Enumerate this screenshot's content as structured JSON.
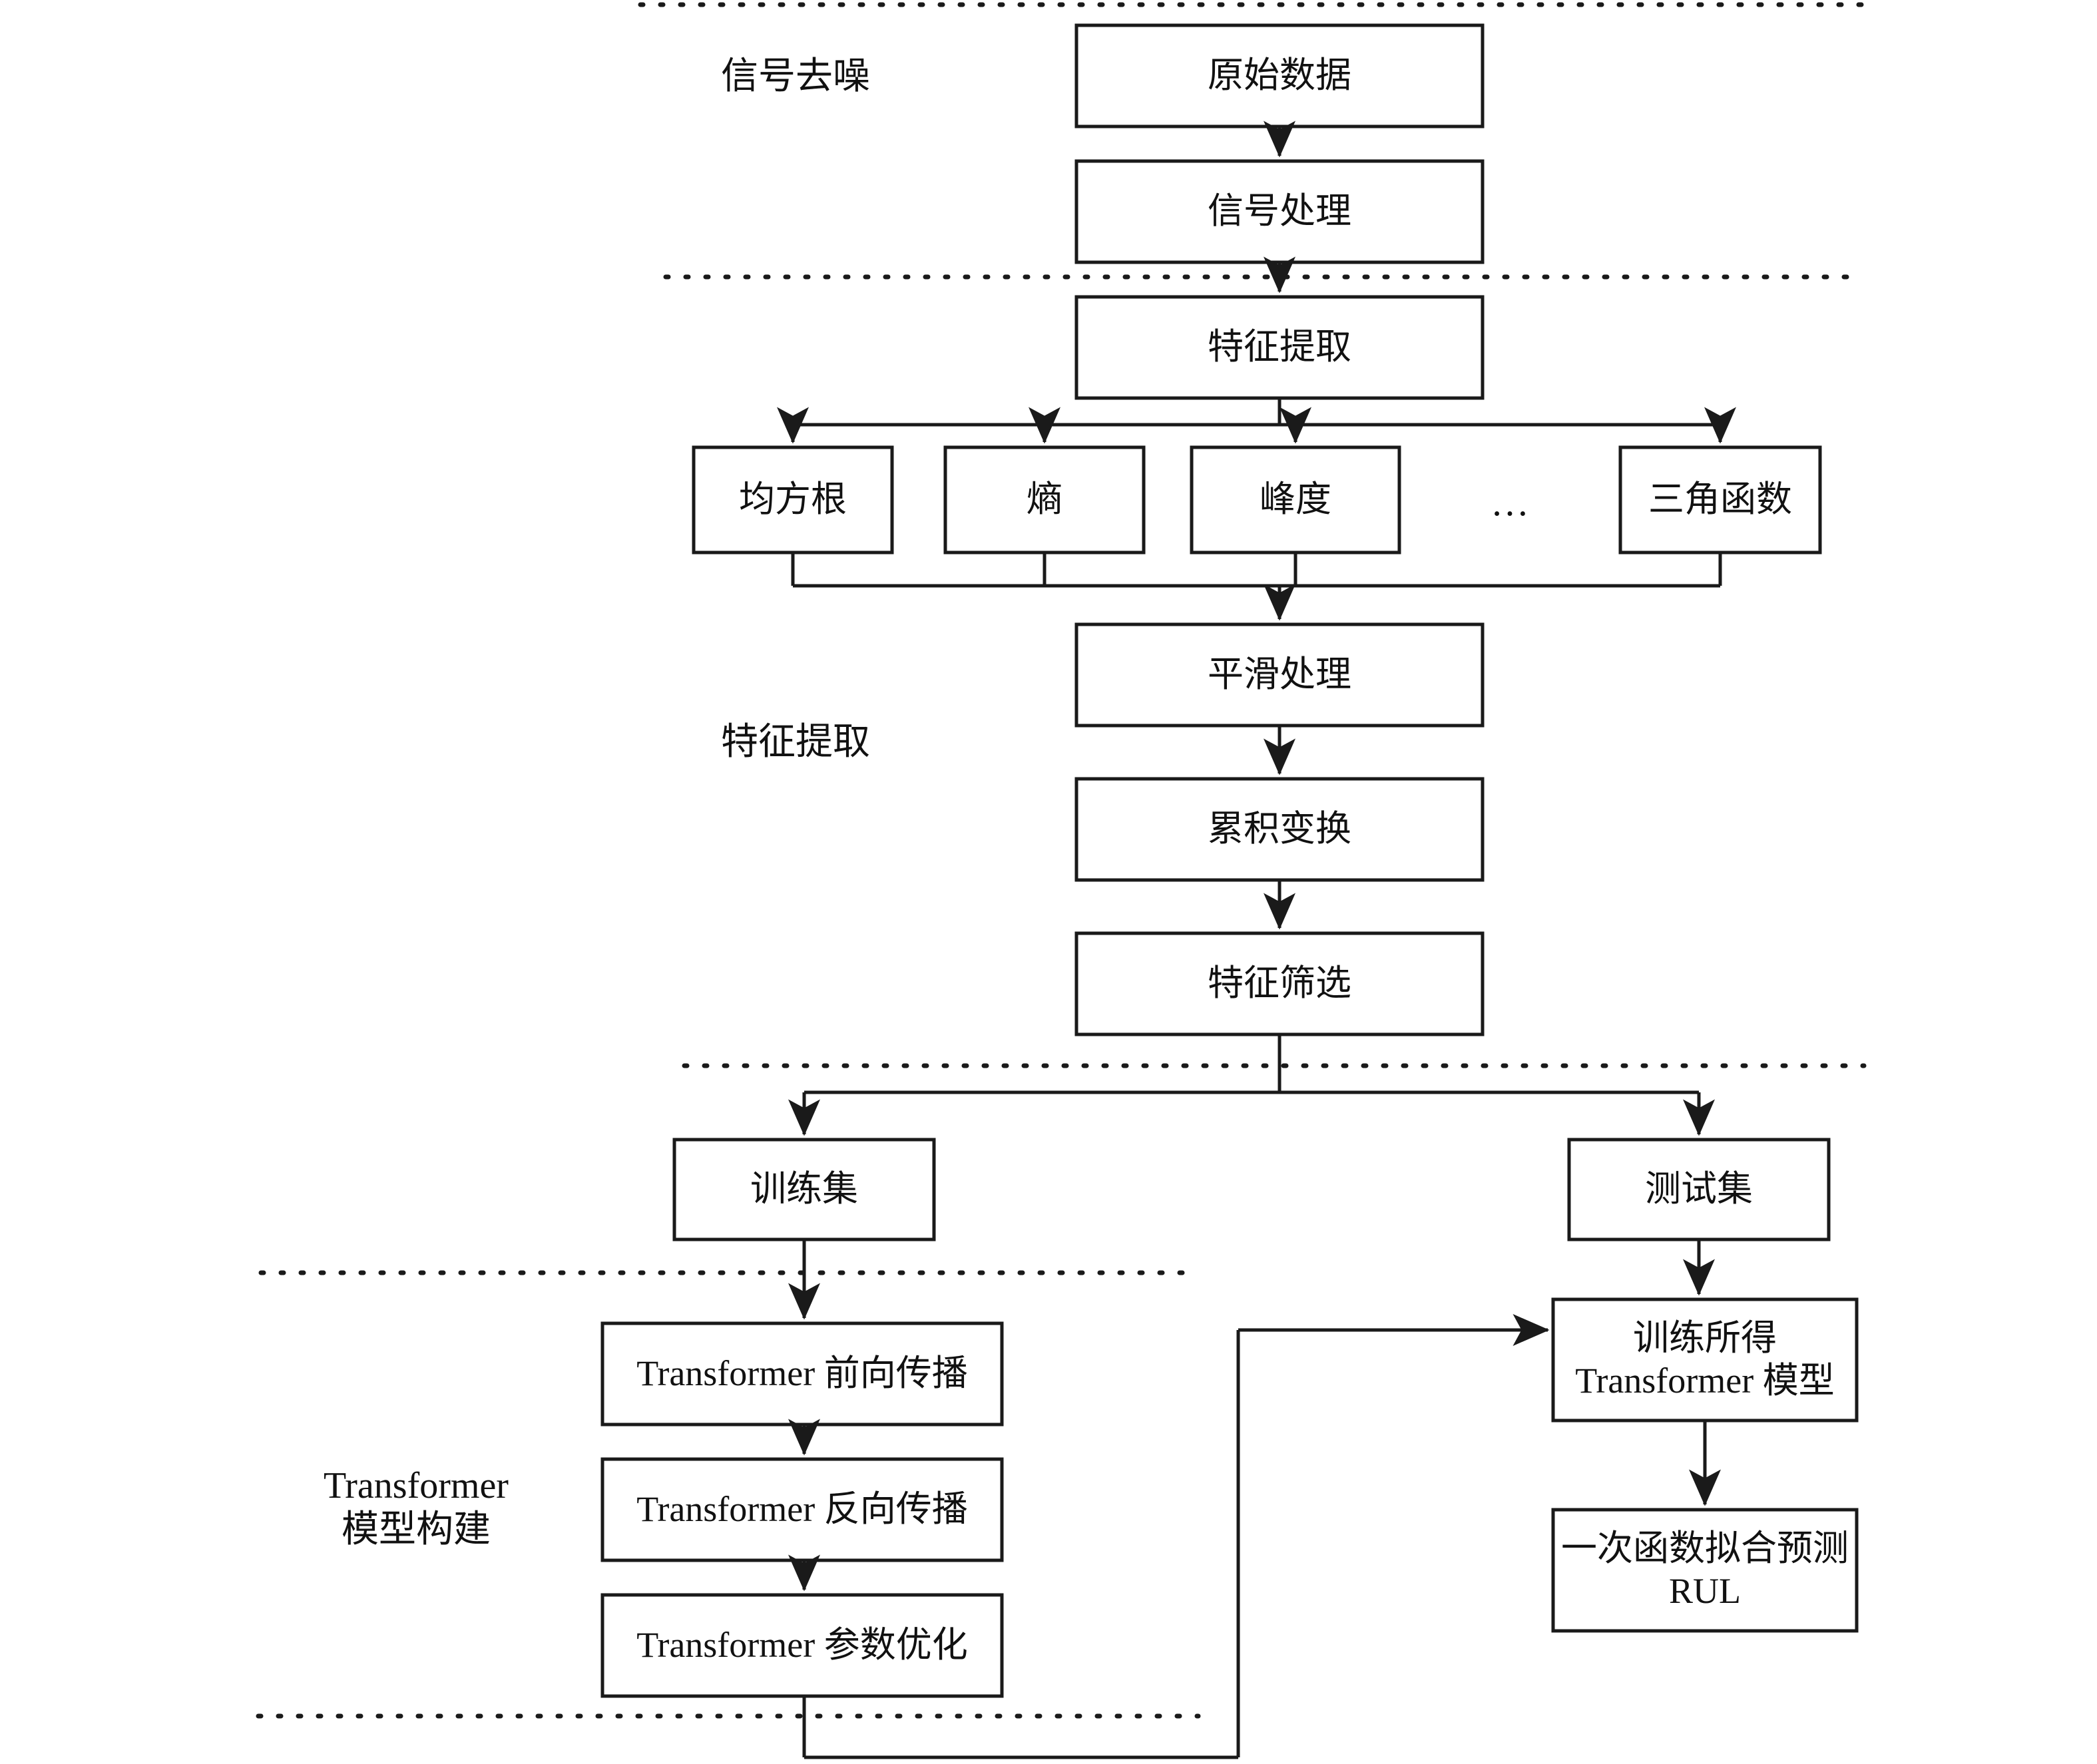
{
  "diagram": {
    "title": "Transformer RUL prediction flowchart",
    "stroke_color": "#1a1a1a",
    "background_color": "#ffffff",
    "sections": [
      {
        "id": "signal-denoising",
        "label": "信号去噪"
      },
      {
        "id": "feature-extraction",
        "label": "特征提取"
      },
      {
        "id": "transformer-build",
        "label": "Transformer\n模型构建"
      }
    ],
    "nodes": [
      {
        "id": "raw-data",
        "label": "原始数据"
      },
      {
        "id": "signal-processing",
        "label": "信号处理"
      },
      {
        "id": "feature-extraction",
        "label": "特征提取"
      },
      {
        "id": "rms",
        "label": "均方根"
      },
      {
        "id": "entropy",
        "label": "熵"
      },
      {
        "id": "kurtosis",
        "label": "峰度"
      },
      {
        "id": "ellipsis",
        "label": "…"
      },
      {
        "id": "trigonometric",
        "label": "三角函数"
      },
      {
        "id": "smoothing",
        "label": "平滑处理"
      },
      {
        "id": "cumulative-transform",
        "label": "累积变换"
      },
      {
        "id": "feature-selection",
        "label": "特征筛选"
      },
      {
        "id": "training-set",
        "label": "训练集"
      },
      {
        "id": "test-set",
        "label": "测试集"
      },
      {
        "id": "forward-propagation",
        "label": "Transformer 前向传播"
      },
      {
        "id": "backward-propagation",
        "label": "Transformer 反向传播"
      },
      {
        "id": "parameter-optimization",
        "label": "Transformer 参数优化"
      },
      {
        "id": "trained-model",
        "label": "训练所得\nTransformer 模型"
      },
      {
        "id": "rul-prediction",
        "label": "一次函数拟合预测\nRUL"
      }
    ]
  }
}
